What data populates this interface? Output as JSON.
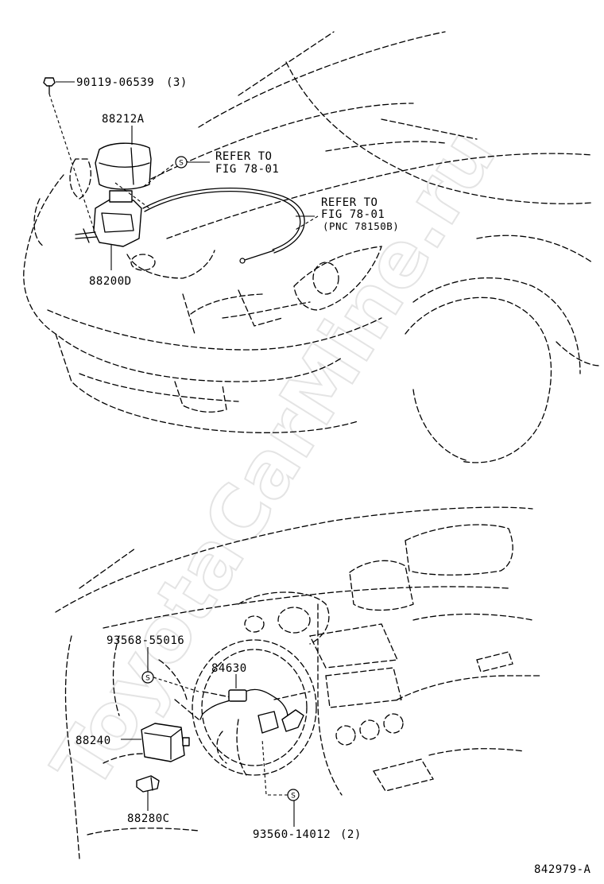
{
  "watermark": "ToyotaCarMine.ru",
  "figure_id": "842979-A",
  "upper": {
    "bolt_part": "90119-06539",
    "bolt_qty": "(3)",
    "cover_part": "88212A",
    "unit_part": "88200D",
    "refer1": {
      "symbol": "S",
      "line1": "REFER TO",
      "line2": "FIG 78-01"
    },
    "refer2": {
      "line1": "REFER TO",
      "line2": "FIG 78-01",
      "line3": "(PNC 78150B)"
    }
  },
  "lower": {
    "clip_part": "93568-55016",
    "clip_symbol": "S",
    "switch_part": "84630",
    "computer_part": "88240",
    "sensor_part": "88280C",
    "screw_part": "93560-14012",
    "screw_qty": "(2)",
    "screw_symbol": "S"
  }
}
